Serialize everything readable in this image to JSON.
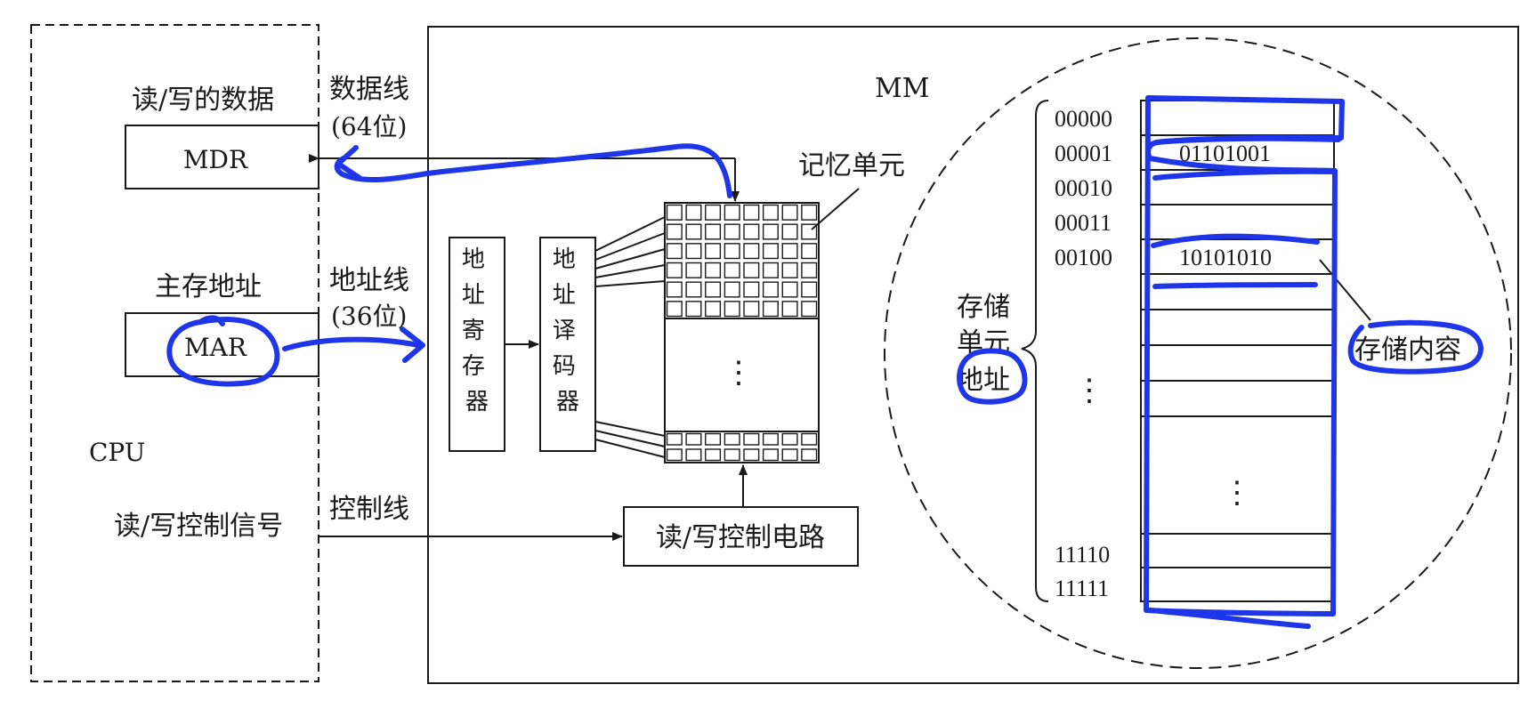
{
  "cpu": {
    "label": "CPU",
    "data_caption": "读/写的数据",
    "mdr": "MDR",
    "addr_caption": "主存地址",
    "mar": "MAR",
    "control_signal": "读/写控制信号"
  },
  "bus": {
    "data_line": "数据线",
    "data_width": "(64位)",
    "address_line": "地址线",
    "address_width": "(36位)",
    "control_line": "控制线"
  },
  "memory": {
    "title": "MM",
    "address_register": "地址寄存器",
    "address_decoder": "地址译码器",
    "memory_cell": "记忆单元",
    "rw_control_circuit": "读/写控制电路",
    "ellipsis": "⋮"
  },
  "zoom": {
    "unit_address_label_top": "存储",
    "unit_address_label_mid": "单元",
    "unit_address_label_bot": "地址",
    "content_label": "存储内容",
    "addresses_top": [
      "00000",
      "00001",
      "00010",
      "00011",
      "00100"
    ],
    "addresses_bottom": [
      "11110",
      "11111"
    ],
    "content_00001": "01101001",
    "content_00100": "10101010",
    "ellipsis": "⋮"
  },
  "colors": {
    "ink": "#1f36e8",
    "line": "#1a1a1a"
  }
}
